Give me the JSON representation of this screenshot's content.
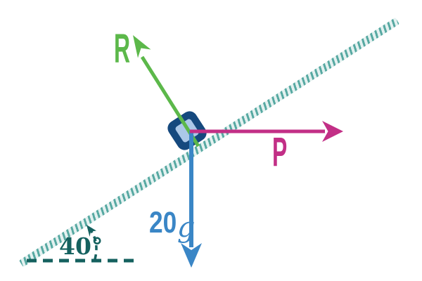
{
  "diagram": {
    "kind": "inclined-plane-force-diagram",
    "labels": {
      "reaction": "R",
      "applied": "P",
      "weight_value": "20",
      "weight_symbol": "g",
      "angle": "40°"
    },
    "colors": {
      "green": "#5cb84a",
      "magenta": "#c22f86",
      "blue": "#3a86c6",
      "navy": "#15497e",
      "lightblue": "#abc8e8",
      "teal": "#57a9a2",
      "teal-light": "#e4f1f0",
      "darkteal": "#15615f",
      "bg": "#ffffff"
    }
  }
}
